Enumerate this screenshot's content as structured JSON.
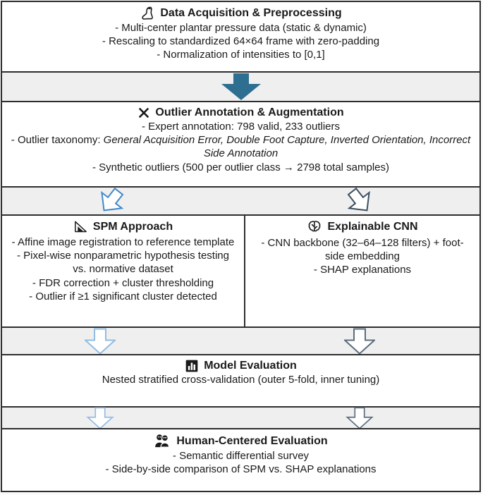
{
  "palette": {
    "ink": "#1a1a1a",
    "border_ink": "#2e2e2e",
    "band_bg": "#efefef",
    "arrow_filled": "#2d6e91",
    "arrow_blue": "#4089cc",
    "arrow_dark": "#3d4f61",
    "arrow_blue_light": "#93bce2",
    "arrow_dark_light": "#5d6d7e"
  },
  "boxes": {
    "acquisition": {
      "icon": "foot-icon",
      "title": "Data Acquisition & Preprocessing",
      "items": [
        "- Multi-center plantar pressure data (static & dynamic)",
        "- Rescaling to standardized 64×64 frame with zero-padding",
        "- Normalization of intensities to [0,1]"
      ]
    },
    "outlier": {
      "icon": "x-icon",
      "title": "Outlier Annotation & Augmentation",
      "item_annotation": "- Expert annotation: 798 valid, 233 outliers",
      "taxonomy_prefix": "- Outlier taxonomy: ",
      "taxonomy_italic": "General Acquisition Error, Double Foot Capture, Inverted Orientation, Incorrect Side Annotation",
      "item_synthetic": "- Synthetic outliers (500 per outlier class → 2798 total samples)"
    },
    "spm": {
      "icon": "set-square-icon",
      "title": "SPM Approach",
      "items": [
        "- Affine image registration to reference template",
        "- Pixel-wise nonparametric hypothesis testing vs. normative dataset",
        "- FDR correction + cluster thresholding",
        "- Outlier if ≥1 significant cluster detected"
      ]
    },
    "cnn": {
      "icon": "brain-icon",
      "title": "Explainable CNN",
      "items": [
        "- CNN backbone (32–64–128 filters) + foot-side embedding",
        "- SHAP explanations"
      ]
    },
    "evaluation": {
      "icon": "bar-chart-icon",
      "title": "Model Evaluation",
      "items": [
        "Nested stratified cross-validation (outer 5-fold, inner tuning)"
      ]
    },
    "human": {
      "icon": "people-icon",
      "title": "Human-Centered Evaluation",
      "items": [
        "- Semantic differential survey",
        "- Side-by-side comparison of SPM vs. SHAP explanations"
      ]
    }
  }
}
